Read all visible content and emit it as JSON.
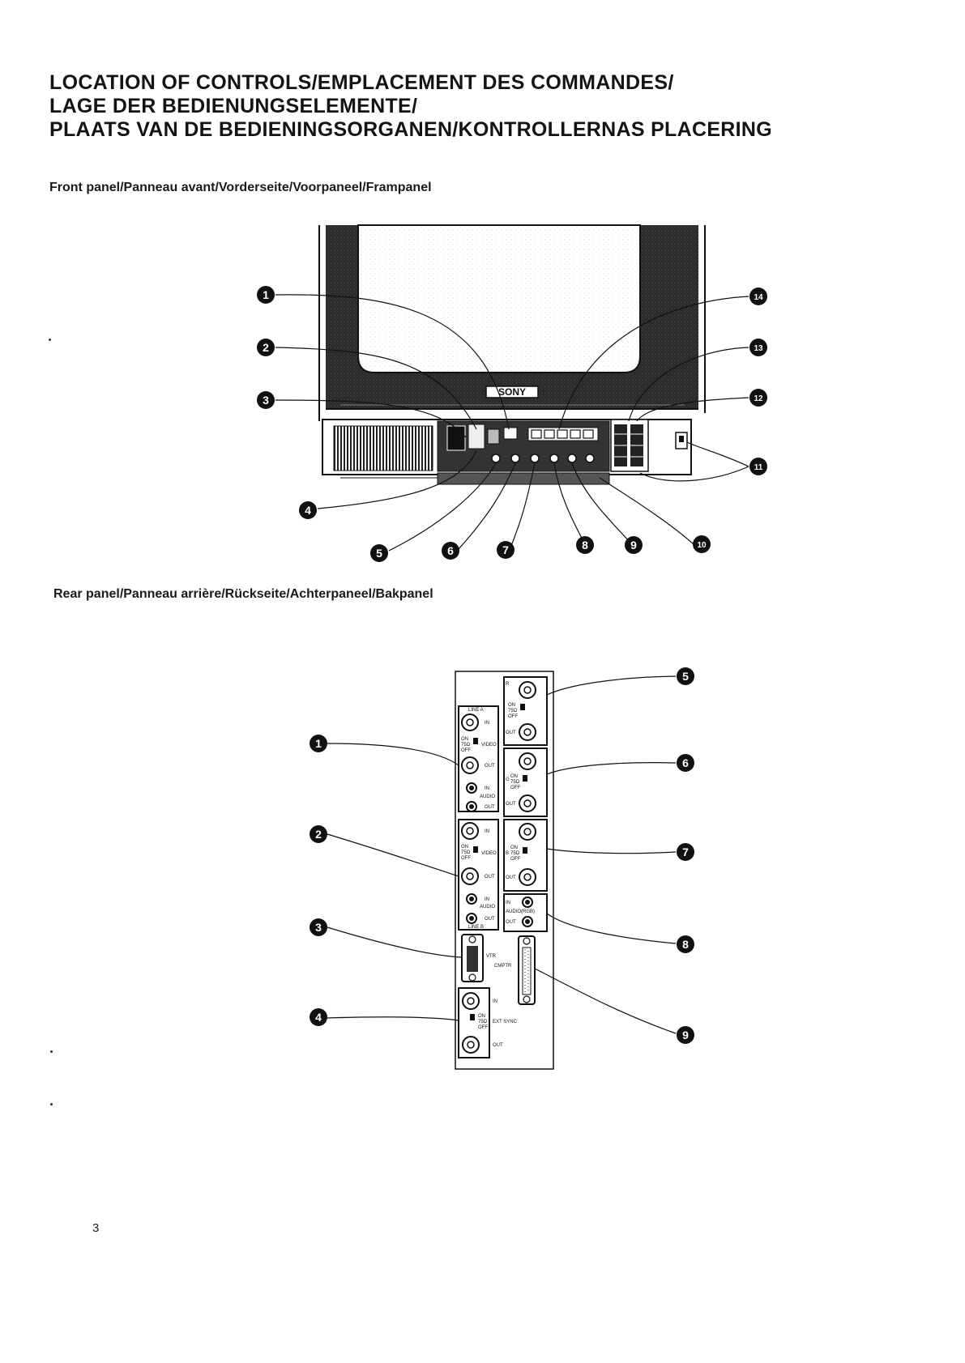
{
  "document": {
    "title_lines": [
      "LOCATION OF CONTROLS/EMPLACEMENT DES COMMANDES/",
      "LAGE DER BEDIENUNGSELEMENTE/",
      "PLAATS VAN DE BEDIENINGSORGANEN/KONTROLLERNAS PLACERING"
    ],
    "front_caption": "Front panel/Panneau avant/Vorderseite/Voorpaneel/Frampanel",
    "rear_caption": "Rear panel/Panneau arrière/Rückseite/Achterpaneel/Bakpanel",
    "page_number": "3"
  },
  "front_panel": {
    "brand": "SONY",
    "callouts": [
      "1",
      "2",
      "3",
      "4",
      "5",
      "6",
      "7",
      "8",
      "9",
      "10",
      "11",
      "12",
      "13",
      "14"
    ]
  },
  "rear_panel": {
    "callouts": [
      "1",
      "2",
      "3",
      "4",
      "5",
      "6",
      "7",
      "8",
      "9"
    ],
    "labels": {
      "line_a": "LINE A",
      "line_b": "LINE B",
      "in": "IN",
      "out": "OUT",
      "on": "ON",
      "off": "OFF",
      "ohm75": "75Ω",
      "video": "VIDEO",
      "audio": "AUDIO",
      "audio_rgb": "AUDIO(RGB)",
      "vtr": "VTR",
      "cmptr": "CMPTR",
      "ext_sync": "EXT SYNC",
      "r": "R",
      "g": "G",
      "b": "B"
    }
  }
}
